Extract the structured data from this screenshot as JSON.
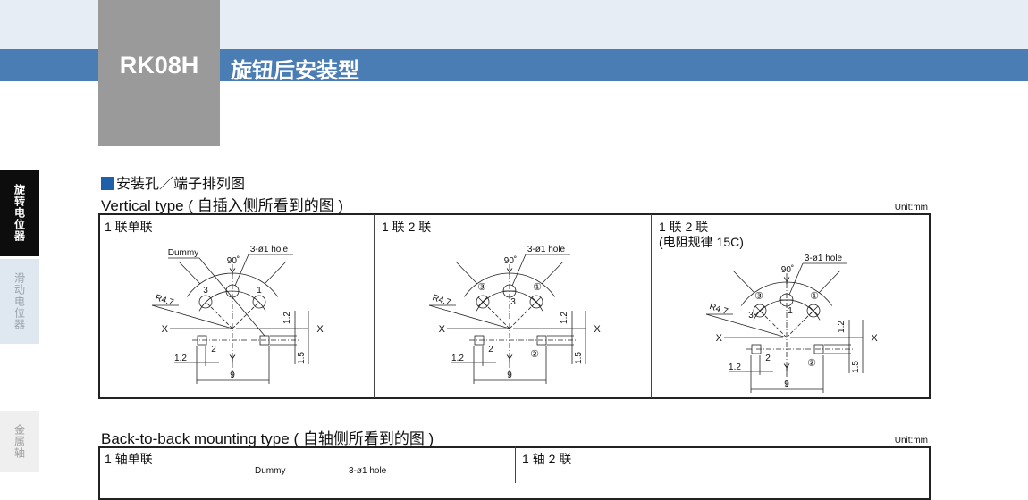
{
  "header": {
    "model": "RK08H",
    "title": "旋钮后安装型"
  },
  "sidebar": {
    "items": [
      {
        "label": "旋转电位器",
        "active": true
      },
      {
        "label": "滑动电位器"
      },
      {
        "label": "金属轴"
      }
    ]
  },
  "section_title": "安装孔／端子排列图",
  "vertical": {
    "heading": "Vertical type ( 自插入侧所看到的图 )",
    "unit": "Unit:mm",
    "panels": [
      {
        "title": "1 联单联",
        "subtitle": ""
      },
      {
        "title": "1 联 2 联",
        "subtitle": ""
      },
      {
        "title": "1 联 2 联",
        "subtitle": "(电阻规律 15C)"
      }
    ]
  },
  "back": {
    "heading": "Back-to-back mounting type ( 自轴侧所看到的图 )",
    "unit": "Unit:mm",
    "panels": [
      {
        "title": "1 轴单联"
      },
      {
        "title": "1 轴 2 联"
      }
    ]
  },
  "drawing": {
    "dummy": "Dummy",
    "hole": "3-ø1 hole",
    "angle": "90˚",
    "radius": "R4.7",
    "x": "X",
    "y": "Y",
    "pin1": "1",
    "pin2": "2",
    "pin3": "3",
    "c1": "①",
    "c2": "②",
    "c3": "③",
    "dim_pitch": "9",
    "dim_pad": "1.2",
    "dim_v1": "1.2",
    "dim_v2": "1.5"
  },
  "colors": {
    "accent": "#4a7db3",
    "bullet": "#1f5ea8"
  }
}
